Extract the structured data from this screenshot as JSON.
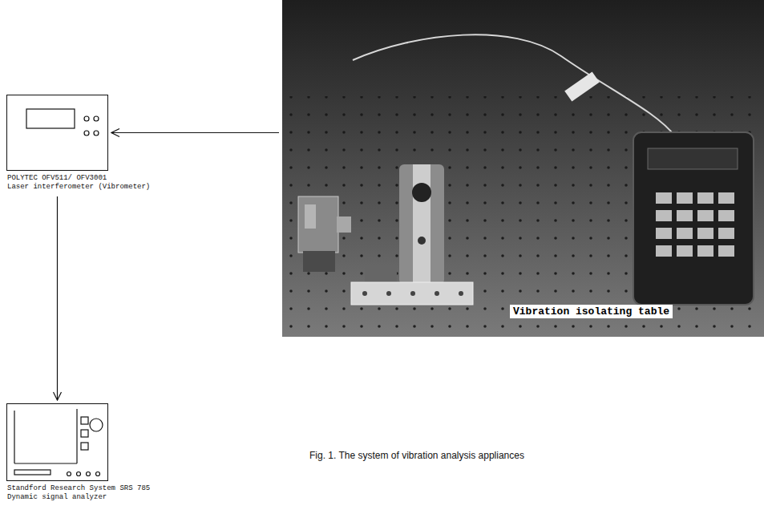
{
  "diagram": {
    "caption": "Fig. 1. The system of vibration analysis appliances",
    "nodes": [
      {
        "text": [
          "Vibration isolating table"
        ]
      },
      {
        "text": [
          "POLYTEC OFV511/ OFV3001",
          "Laser interferometer (Vibrometer)"
        ]
      },
      {
        "text": [
          "Standford Research System SRS 785",
          "Dynamic signal analyzer"
        ]
      }
    ],
    "edges": [
      {
        "from": 0,
        "to": 1,
        "arrow": "to"
      },
      {
        "from": 1,
        "to": 2,
        "arrow": "to"
      }
    ]
  }
}
